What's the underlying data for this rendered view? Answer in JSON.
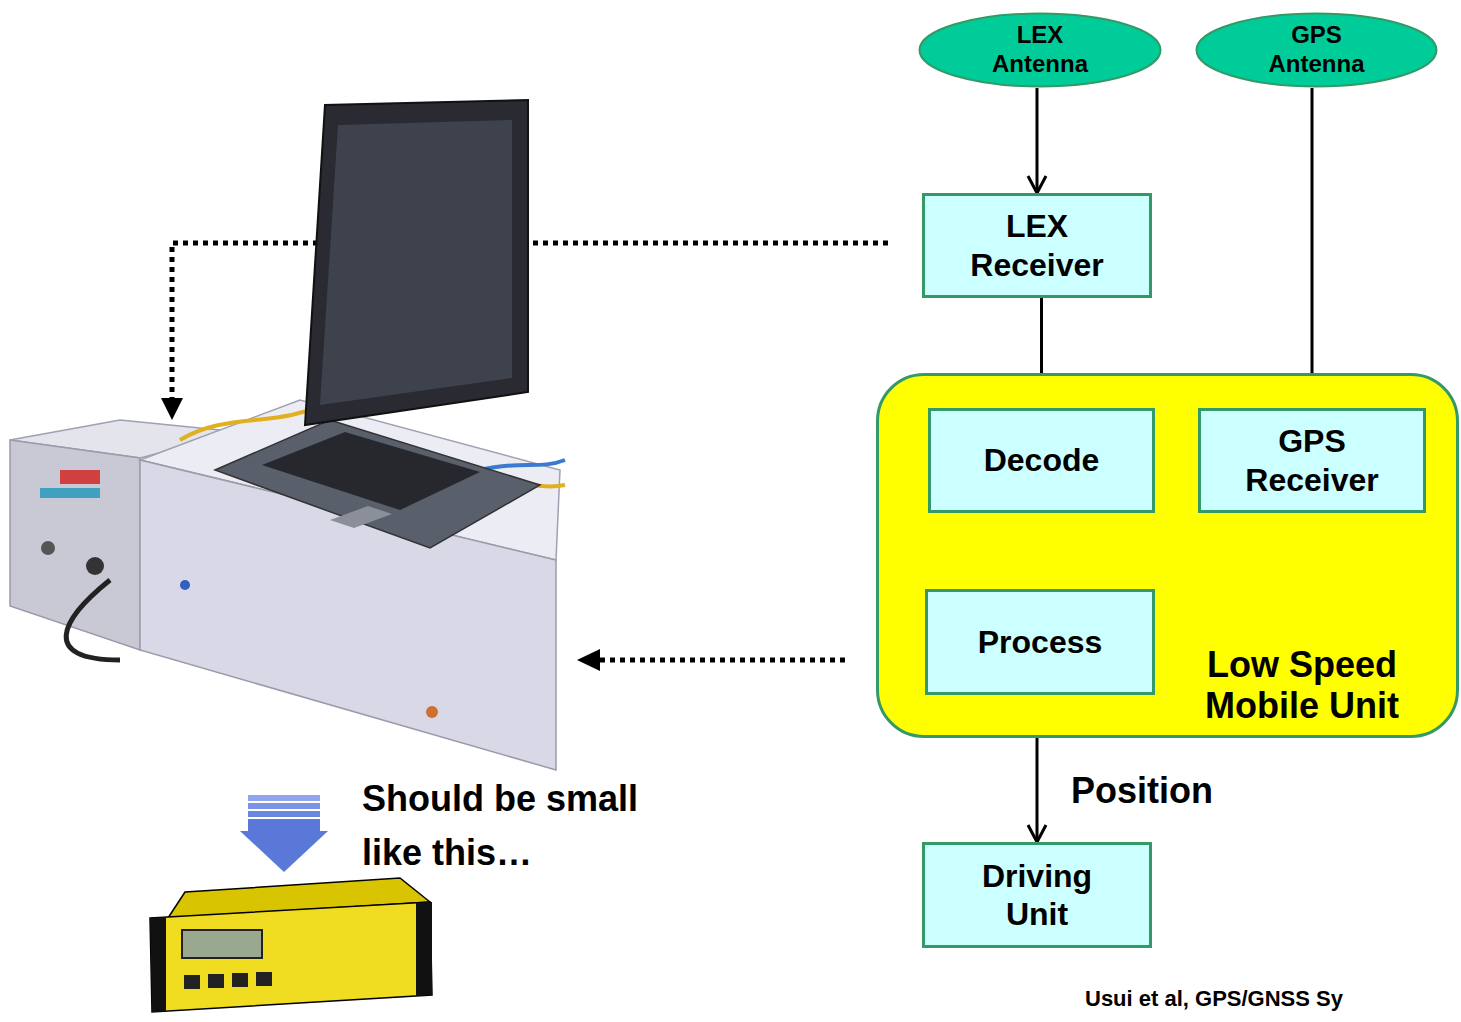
{
  "diagram": {
    "nodes": [
      {
        "text": [
          "LEX Antenna"
        ]
      },
      {
        "text": [
          "GPS Antenna"
        ]
      },
      {
        "text": [
          "LEX Receiver"
        ]
      },
      {
        "text": [
          "Low Speed Mobile Unit"
        ]
      },
      {
        "text": [
          "Decode"
        ],
        "in": 3
      },
      {
        "text": [
          "GPS Receiver"
        ],
        "in": 3
      },
      {
        "text": [
          "Process"
        ],
        "in": 3
      },
      {
        "text": [
          "Driving Unit"
        ]
      }
    ],
    "edges": [
      {
        "from": 0,
        "to": 2,
        "arrow": "to"
      },
      {
        "from": 2,
        "to": 4,
        "arrow": "to"
      },
      {
        "from": 1,
        "to": 5,
        "arrow": "to"
      },
      {
        "from": 4,
        "to": 6,
        "arrow": "to"
      },
      {
        "from": 5,
        "to": 6,
        "arrow": "to"
      },
      {
        "from": 6,
        "to": 7,
        "arrow": "to",
        "label": "Position"
      }
    ],
    "labels": [
      "Should be small like this…",
      "Usui et al, GPS/GNSS Sy"
    ]
  }
}
